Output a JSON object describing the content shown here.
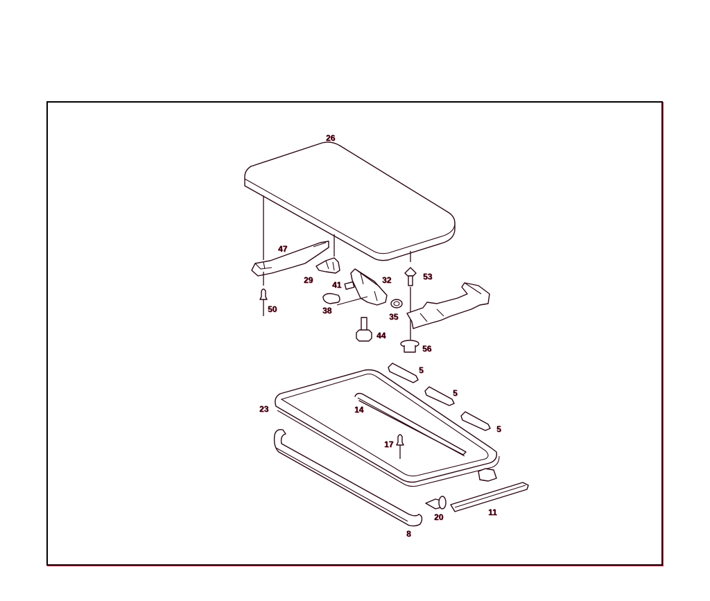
{
  "diagram": {
    "type": "exploded-parts-diagram",
    "subject": "sliding sunroof assembly",
    "line_color": "#2a0510",
    "accent_fringe_color": "#c41c44",
    "frame_border_color": "#000000"
  },
  "callouts": [
    {
      "id": "26",
      "label": "26",
      "part": "sunroof glass panel"
    },
    {
      "id": "47",
      "label": "47",
      "part": "guide rail bracket"
    },
    {
      "id": "29",
      "label": "29",
      "part": "slide shoe"
    },
    {
      "id": "41",
      "label": "41",
      "part": "pad"
    },
    {
      "id": "32",
      "label": "32",
      "part": "lifting mechanism"
    },
    {
      "id": "38",
      "label": "38",
      "part": "guide block"
    },
    {
      "id": "35",
      "label": "35",
      "part": "washer"
    },
    {
      "id": "50",
      "label": "50",
      "part": "clip"
    },
    {
      "id": "53",
      "label": "53",
      "part": "screw with clip nut"
    },
    {
      "id": "44",
      "label": "44",
      "part": "hex bolt"
    },
    {
      "id": "56",
      "label": "56",
      "part": "nut"
    },
    {
      "id": "5a",
      "label": "5",
      "part": "seal block"
    },
    {
      "id": "5b",
      "label": "5",
      "part": "seal block"
    },
    {
      "id": "5c",
      "label": "5",
      "part": "seal block"
    },
    {
      "id": "23",
      "label": "23",
      "part": "frame seal"
    },
    {
      "id": "14",
      "label": "14",
      "part": "wind deflector rail"
    },
    {
      "id": "17",
      "label": "17",
      "part": "clip"
    },
    {
      "id": "8",
      "label": "8",
      "part": "trim frame"
    },
    {
      "id": "20",
      "label": "20",
      "part": "screw with washer"
    },
    {
      "id": "11",
      "label": "11",
      "part": "guide rail"
    }
  ]
}
